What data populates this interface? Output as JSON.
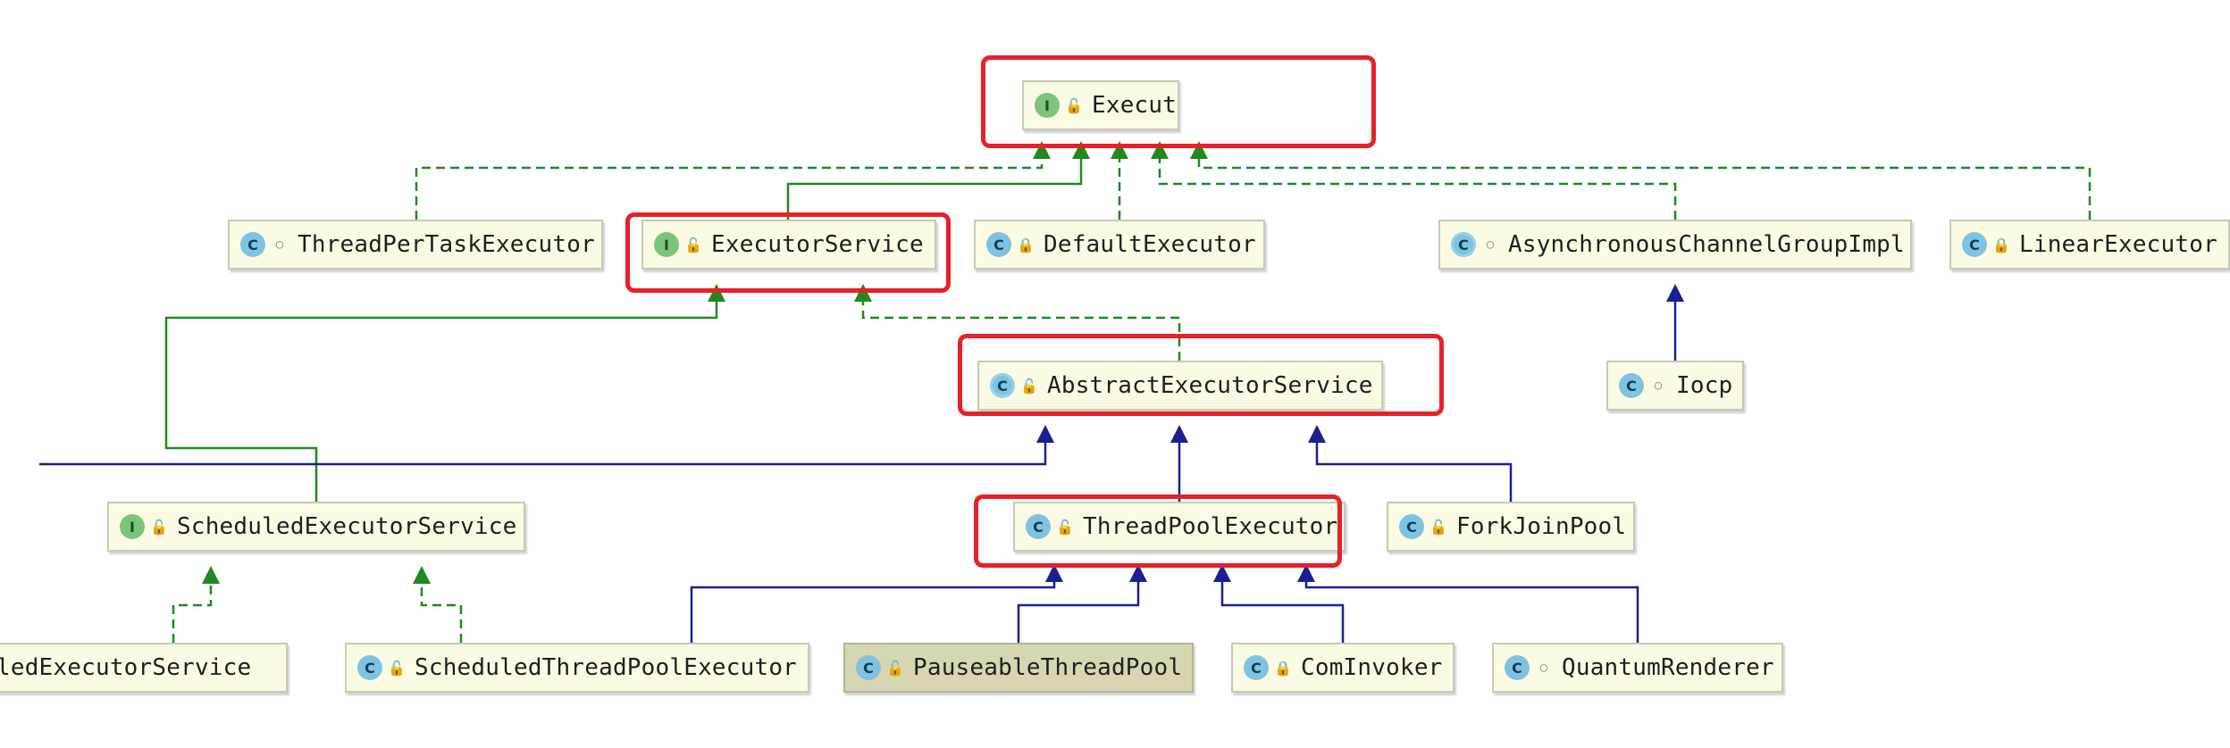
{
  "nodes": [
    {
      "id": "executor",
      "label": "Executor",
      "kind": "interface",
      "kind_letter": "I",
      "visibility": "public",
      "highlighted": true
    },
    {
      "id": "thread-per-task-executor",
      "label": "ThreadPerTaskExecutor",
      "kind": "class",
      "kind_letter": "C",
      "visibility": "package"
    },
    {
      "id": "executor-service",
      "label": "ExecutorService",
      "kind": "interface",
      "kind_letter": "I",
      "visibility": "public",
      "highlighted": true
    },
    {
      "id": "default-executor",
      "label": "DefaultExecutor",
      "kind": "class",
      "kind_letter": "C",
      "visibility": "private"
    },
    {
      "id": "asynchronous-channel-group-impl",
      "label": "AsynchronousChannelGroupImpl",
      "kind": "abstract",
      "kind_letter": "C",
      "visibility": "package"
    },
    {
      "id": "linear-executor",
      "label": "LinearExecutor",
      "kind": "class",
      "kind_letter": "C",
      "visibility": "private"
    },
    {
      "id": "abstract-executor-service",
      "label": "AbstractExecutorService",
      "kind": "abstract",
      "kind_letter": "C",
      "visibility": "public",
      "highlighted": true
    },
    {
      "id": "iocp",
      "label": "Iocp",
      "kind": "class",
      "kind_letter": "C",
      "visibility": "package"
    },
    {
      "id": "scheduled-executor-service",
      "label": "ScheduledExecutorService",
      "kind": "interface",
      "kind_letter": "I",
      "visibility": "public"
    },
    {
      "id": "thread-pool-executor",
      "label": "ThreadPoolExecutor",
      "kind": "class",
      "kind_letter": "C",
      "visibility": "public",
      "highlighted": true
    },
    {
      "id": "fork-join-pool",
      "label": "ForkJoinPool",
      "kind": "class",
      "kind_letter": "C",
      "visibility": "public"
    },
    {
      "id": "scheduled-executor-service-partial",
      "label": "ledExecutorService",
      "kind": "none",
      "kind_letter": "",
      "visibility": "none"
    },
    {
      "id": "scheduled-thread-pool-executor",
      "label": "ScheduledThreadPoolExecutor",
      "kind": "class",
      "kind_letter": "C",
      "visibility": "public"
    },
    {
      "id": "pauseable-thread-pool",
      "label": "PauseableThreadPool",
      "kind": "class",
      "kind_letter": "C",
      "visibility": "public",
      "selected": true
    },
    {
      "id": "com-invoker",
      "label": "ComInvoker",
      "kind": "class",
      "kind_letter": "C",
      "visibility": "private"
    },
    {
      "id": "quantum-renderer",
      "label": "QuantumRenderer",
      "kind": "class",
      "kind_letter": "C",
      "visibility": "package"
    }
  ],
  "relations": [
    {
      "from": "thread-per-task-executor",
      "to": "executor",
      "type": "implements"
    },
    {
      "from": "executor-service",
      "to": "executor",
      "type": "extends-interface"
    },
    {
      "from": "default-executor",
      "to": "executor",
      "type": "implements"
    },
    {
      "from": "asynchronous-channel-group-impl",
      "to": "executor",
      "type": "implements"
    },
    {
      "from": "linear-executor",
      "to": "executor",
      "type": "implements"
    },
    {
      "from": "abstract-executor-service",
      "to": "executor-service",
      "type": "implements"
    },
    {
      "from": "scheduled-executor-service",
      "to": "executor-service",
      "type": "extends-interface"
    },
    {
      "from": "iocp",
      "to": "asynchronous-channel-group-impl",
      "type": "extends"
    },
    {
      "from": "thread-pool-executor",
      "to": "abstract-executor-service",
      "type": "extends"
    },
    {
      "from": "fork-join-pool",
      "to": "abstract-executor-service",
      "type": "extends"
    },
    {
      "from": "offscreen-left",
      "to": "abstract-executor-service",
      "type": "extends"
    },
    {
      "from": "scheduled-executor-service-partial",
      "to": "scheduled-executor-service",
      "type": "implements"
    },
    {
      "from": "scheduled-thread-pool-executor",
      "to": "scheduled-executor-service",
      "type": "implements"
    },
    {
      "from": "scheduled-thread-pool-executor",
      "to": "thread-pool-executor",
      "type": "extends"
    },
    {
      "from": "pauseable-thread-pool",
      "to": "thread-pool-executor",
      "type": "extends"
    },
    {
      "from": "com-invoker",
      "to": "thread-pool-executor",
      "type": "extends"
    },
    {
      "from": "quantum-renderer",
      "to": "thread-pool-executor",
      "type": "extends"
    }
  ],
  "colors": {
    "interface_edge": "#1f8a1f",
    "class_edge": "#1b1f8f",
    "highlight": "#e8202a",
    "node_fill": "#fbfbe4",
    "node_selected_fill": "#d8d6b0"
  }
}
